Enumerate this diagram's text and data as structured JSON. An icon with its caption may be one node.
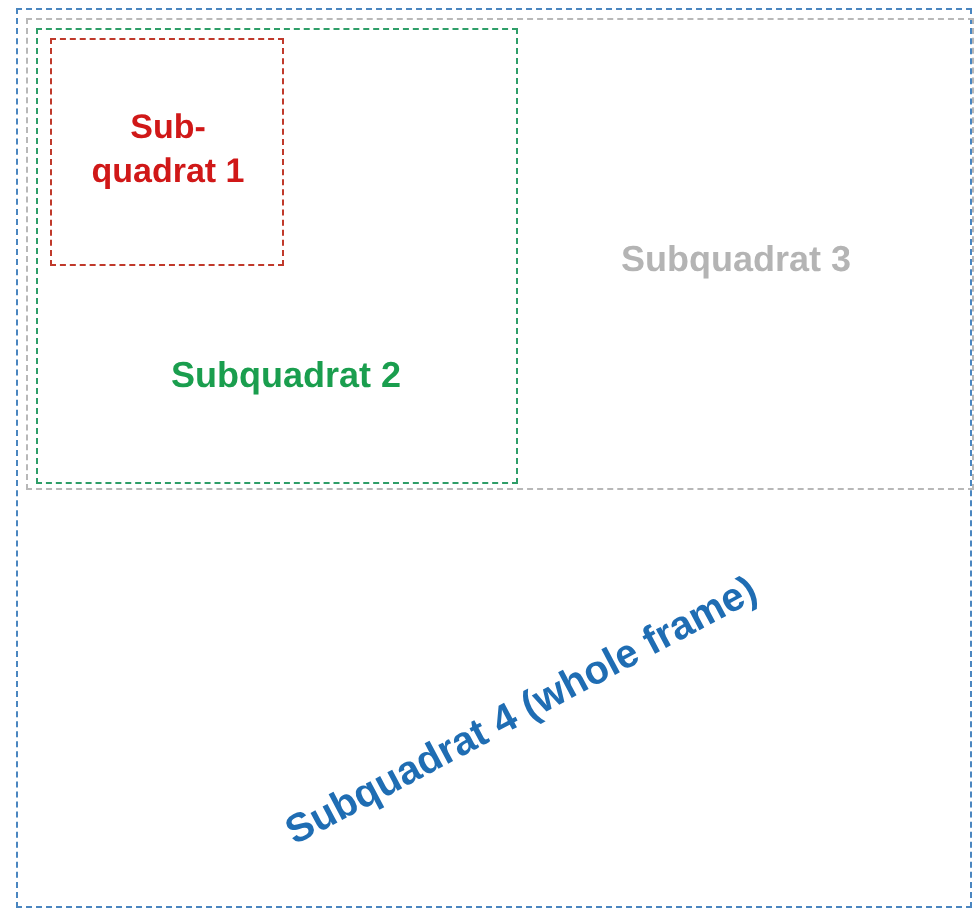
{
  "diagram": {
    "nodes": [
      {
        "text": [
          "Subquadrat 4 (whole frame)"
        ]
      },
      {
        "text": [
          "Subquadrat 3"
        ],
        "in": 0
      },
      {
        "text": [
          "Subquadrat 2"
        ],
        "in": 1
      },
      {
        "text": [
          "Sub- quadrat 1"
        ],
        "in": 2
      }
    ]
  }
}
